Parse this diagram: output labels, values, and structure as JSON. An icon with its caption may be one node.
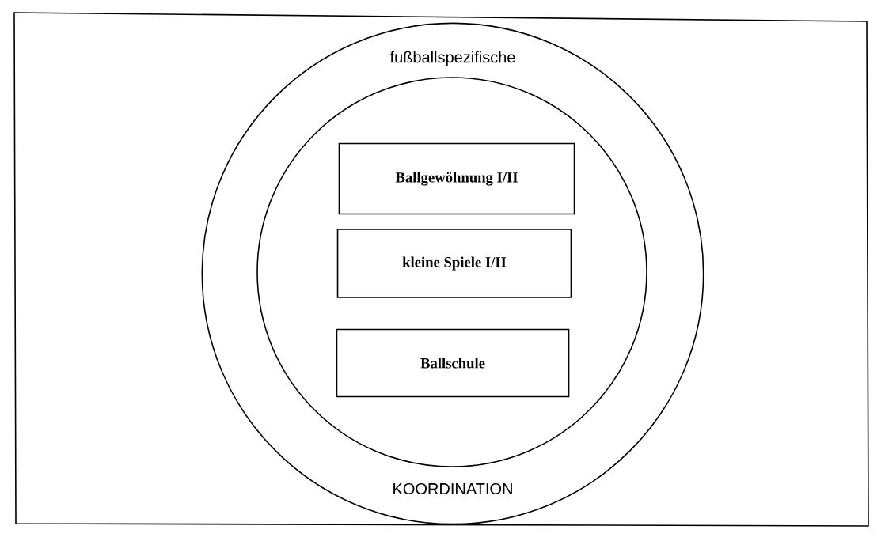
{
  "diagram": {
    "nodes": [
      {
        "text": [
          "fußballspezifische",
          "KOORDINATION"
        ]
      },
      {
        "text": [],
        "shape": "circle",
        "in": 0
      },
      {
        "text": [
          "Ballgewöhnung I/II"
        ],
        "in": 1
      },
      {
        "text": [
          "kleine Spiele I/II"
        ],
        "in": 1
      },
      {
        "text": [
          "Ballschule"
        ],
        "in": 1
      }
    ]
  }
}
